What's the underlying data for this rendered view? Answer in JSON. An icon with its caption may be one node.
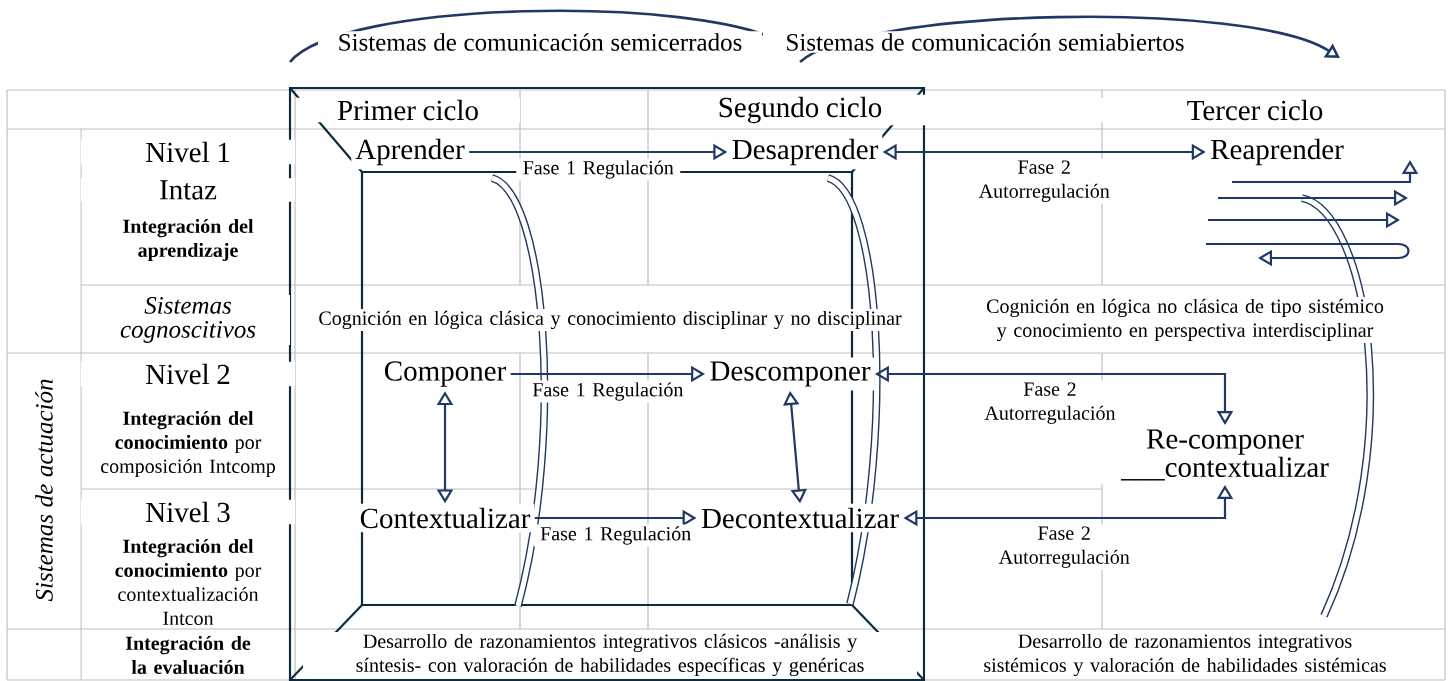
{
  "diagram": {
    "nodes": [
      {
        "text": [
          "Aprender"
        ]
      },
      {
        "text": [
          "Desaprender"
        ]
      },
      {
        "text": [
          "Reaprender"
        ]
      },
      {
        "text": [
          "Componer"
        ]
      },
      {
        "text": [
          "Descomponer"
        ]
      },
      {
        "text": [
          "Re-componer ___contextualizar"
        ]
      },
      {
        "text": [
          "Contextualizar"
        ]
      },
      {
        "text": [
          "Decontextualizar"
        ]
      }
    ],
    "edges": [
      {
        "from": 0,
        "to": 1,
        "arrow": "to",
        "label": "Fase 1 Regulación"
      },
      {
        "from": 1,
        "to": 2,
        "arrow": "both",
        "label": "Fase 2 Autorregulación"
      },
      {
        "from": 3,
        "to": 4,
        "arrow": "to",
        "label": "Fase 1 Regulación"
      },
      {
        "from": 4,
        "to": 5,
        "arrow": "both",
        "label": "Fase 2 Autorregulación"
      },
      {
        "from": 6,
        "to": 7,
        "arrow": "to",
        "label": "Fase 1 Regulación"
      },
      {
        "from": 7,
        "to": 5,
        "arrow": "both",
        "label": "Fase 2 Autorregulación"
      },
      {
        "from": 3,
        "to": 6,
        "arrow": "both"
      },
      {
        "from": 4,
        "to": 7,
        "arrow": "both"
      }
    ],
    "labels": [
      "Sistemas de comunicación semicerrados",
      "Sistemas de comunicación semiabiertos",
      "Primer ciclo",
      "Segundo ciclo",
      "Tercer ciclo",
      "Nivel 1",
      "Intaz",
      "Integración del aprendizaje",
      "Sistemas cognoscitivos",
      "Cognición en lógica clásica y conocimiento disciplinar y no disciplinar",
      "Cognición en lógica no clásica de tipo sistémico y conocimiento en perspectiva interdisciplinar",
      "Sistemas de actuación",
      "Nivel 2",
      "**Integración del conocimiento** por composición Intcomp",
      "Nivel 3",
      "**Integración del conocimiento** por contextualización Intcon",
      "Integración de la evaluación",
      "Desarrollo de razonamientos integrativos clásicos -análisis y síntesis- con valoración de habilidades específicas y genéricas",
      "Desarrollo de razonamientos integrativos sistémicos y valoración de habilidades sistémicas"
    ]
  }
}
